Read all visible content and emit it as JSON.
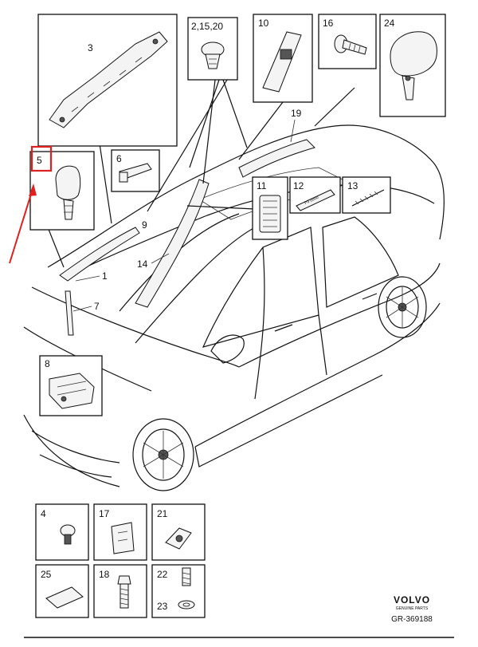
{
  "diagram": {
    "brand": "VOLVO",
    "brand_sub": "GENUINE PARTS",
    "reference": "GR-369188",
    "highlight_color": "#e01f1f",
    "boxes": {
      "b3": "3",
      "b2": "2,15,20",
      "b10": "10",
      "b16": "16",
      "b24": "24",
      "b5": "5",
      "b6": "6",
      "b11": "11",
      "b12": "12",
      "b13": "13",
      "b8": "8",
      "b4": "4",
      "b17": "17",
      "b21": "21",
      "b25": "25",
      "b18": "18",
      "b22": "22",
      "b23": "23"
    },
    "callouts": {
      "c19": "19",
      "c9": "9",
      "c14": "14",
      "c1": "1",
      "c7": "7"
    },
    "part12_text": "P3 0000"
  }
}
